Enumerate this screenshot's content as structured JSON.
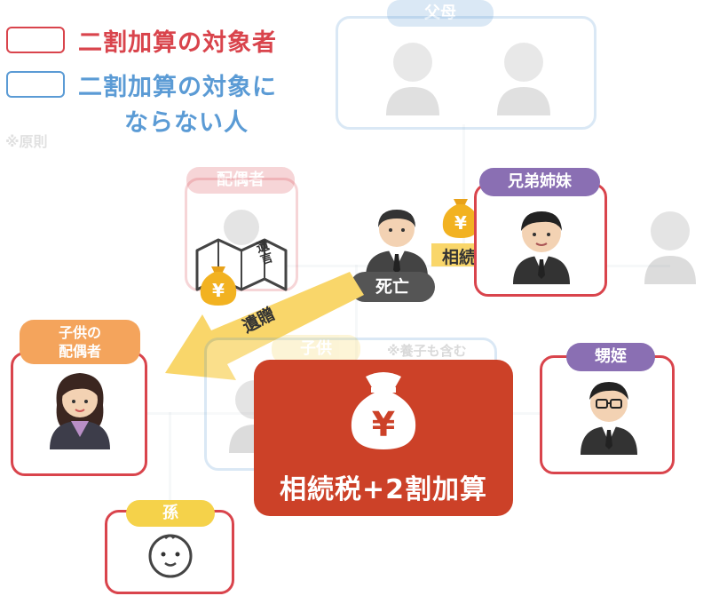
{
  "legend": {
    "target_label": "二割加算の対象者",
    "nontarget_label_line1": "二割加算の対象に",
    "nontarget_label_line2": "ならない人",
    "note": "※原則",
    "target_color": "#d9444c",
    "nontarget_color": "#5b9bd5"
  },
  "nodes": {
    "parents": "父母",
    "spouse": "配偶者",
    "deceased": "死亡",
    "siblings": "兄弟姉妹",
    "nephew_niece": "甥姪",
    "child_spouse_line1": "子供の",
    "child_spouse_line2": "配偶者",
    "child": "子供",
    "adopted_note": "※養子も含む",
    "grandchild": "孫"
  },
  "arrows": {
    "inherit": "相続",
    "bequest": "遺贈"
  },
  "will_label": "遺言",
  "yen_symbol": "¥",
  "result": {
    "label": "相続税+2割加算",
    "color": "#cc4128"
  },
  "colors": {
    "purple_tag": "#8a6fb3",
    "orange_tag": "#f4a45c",
    "yellow_tag": "#f5d24a",
    "arrow_yellow": "#f9d66a",
    "card_red": "#d9444c",
    "dark_tag": "#555555"
  }
}
